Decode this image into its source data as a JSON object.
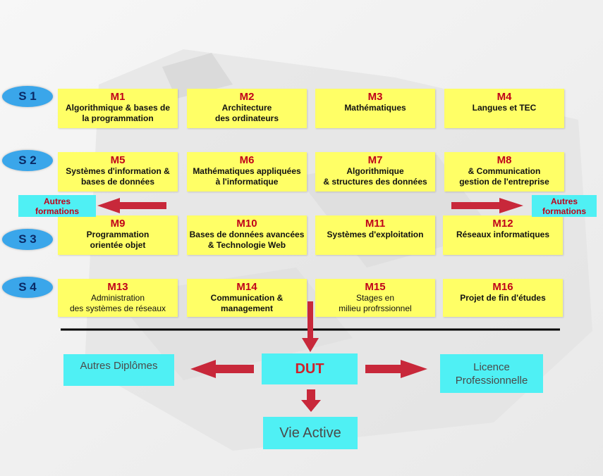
{
  "semesters": [
    "S 1",
    "S 2",
    "S 3",
    "S 4"
  ],
  "modules": [
    {
      "code": "M1",
      "title": "Algorithmique & bases de\nla programmation"
    },
    {
      "code": "M2",
      "title": "Architecture\ndes ordinateurs"
    },
    {
      "code": "M3",
      "title": "Mathématiques"
    },
    {
      "code": "M4",
      "title": "Langues et TEC"
    },
    {
      "code": "M5",
      "title": "Systèmes d'information &\nbases de données"
    },
    {
      "code": "M6",
      "title": "Mathématiques appliquées\nà l'informatique"
    },
    {
      "code": "M7",
      "title": "Algorithmique\n& structures des données"
    },
    {
      "code": "M8",
      "title": "& Communication\ngestion de l'entreprise"
    },
    {
      "code": "M9",
      "title": "Programmation\norientée objet"
    },
    {
      "code": "M10",
      "title": "Bases de données avancées\n& Technologie Web"
    },
    {
      "code": "M11",
      "title": "Systèmes d'exploitation"
    },
    {
      "code": "M12",
      "title": "Réseaux informatiques"
    },
    {
      "code": "M13",
      "title": "Administration\ndes systèmes de réseaux"
    },
    {
      "code": "M14",
      "title": "Communication &\nmanagement"
    },
    {
      "code": "M15",
      "title": "Stages en\nmilieu profrssionnel"
    },
    {
      "code": "M16",
      "title": "Projet de fin d'études"
    }
  ],
  "side_labels": {
    "left": "Autres\nformations",
    "right": "Autres\nformations"
  },
  "outcomes": {
    "dut": "DUT",
    "autres_diplomes": "Autres Diplômes",
    "licence": "Licence\nProfessionnelle",
    "vie_active": "Vie Active"
  },
  "colors": {
    "module_bg": "#ffff66",
    "module_code": "#c0001a",
    "semester_bg": "#3aa6ea",
    "outcome_bg": "#4ff0f4",
    "arrow": "#c8283a"
  }
}
